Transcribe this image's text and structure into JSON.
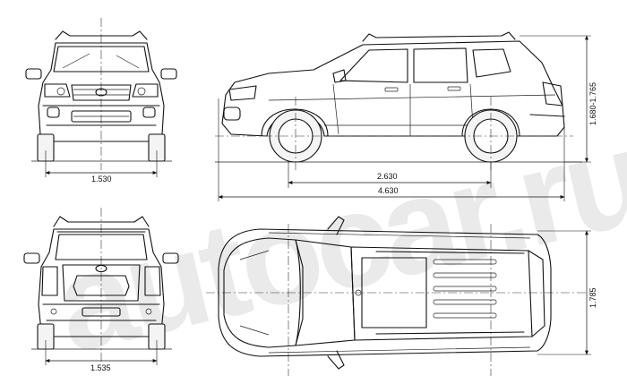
{
  "watermark": "autocar.ru",
  "dimensions": {
    "front_track": "1.530",
    "rear_track": "1.535",
    "wheelbase": "2.630",
    "length": "4.630",
    "height": "1.680-1.765",
    "width": "1.785"
  },
  "views": [
    "front-view",
    "side-view",
    "rear-view",
    "top-view"
  ]
}
